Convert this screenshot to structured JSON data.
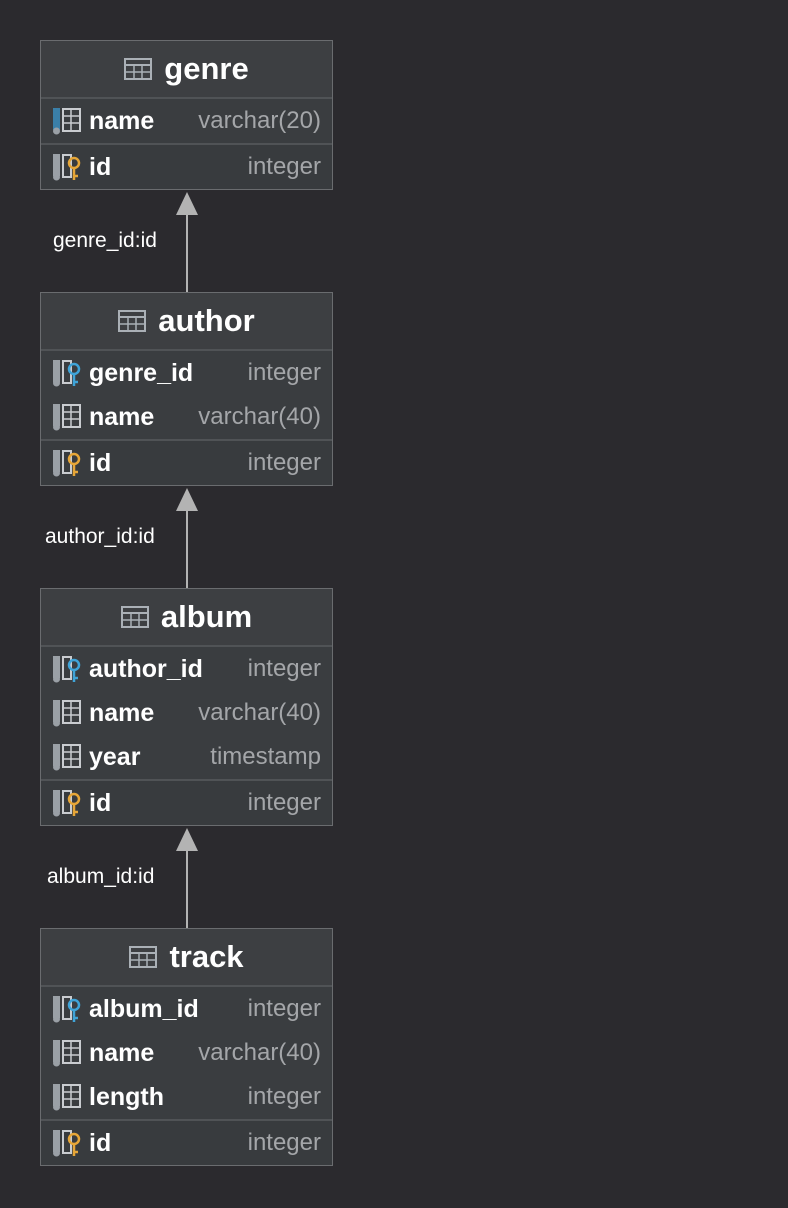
{
  "entities": [
    {
      "name": "genre",
      "columns": [
        {
          "name": "name",
          "type": "varchar(20)",
          "kind": "column"
        }
      ],
      "pk": {
        "name": "id",
        "type": "integer",
        "kind": "primary-key"
      }
    },
    {
      "name": "author",
      "columns": [
        {
          "name": "genre_id",
          "type": "integer",
          "kind": "foreign-key"
        },
        {
          "name": "name",
          "type": "varchar(40)",
          "kind": "column"
        }
      ],
      "pk": {
        "name": "id",
        "type": "integer",
        "kind": "primary-key"
      }
    },
    {
      "name": "album",
      "columns": [
        {
          "name": "author_id",
          "type": "integer",
          "kind": "foreign-key"
        },
        {
          "name": "name",
          "type": "varchar(40)",
          "kind": "column"
        },
        {
          "name": "year",
          "type": "timestamp",
          "kind": "column"
        }
      ],
      "pk": {
        "name": "id",
        "type": "integer",
        "kind": "primary-key"
      }
    },
    {
      "name": "track",
      "columns": [
        {
          "name": "album_id",
          "type": "integer",
          "kind": "foreign-key"
        },
        {
          "name": "name",
          "type": "varchar(40)",
          "kind": "column"
        },
        {
          "name": "length",
          "type": "integer",
          "kind": "column"
        }
      ],
      "pk": {
        "name": "id",
        "type": "integer",
        "kind": "primary-key"
      }
    }
  ],
  "relations": [
    {
      "from": "author",
      "to": "genre",
      "label": "genre_id:id"
    },
    {
      "from": "album",
      "to": "author",
      "label": "author_id:id"
    },
    {
      "from": "track",
      "to": "album",
      "label": "album_id:id"
    }
  ],
  "icons": {
    "table": "table-icon",
    "column": "column-icon",
    "primary_key": "primary-key-icon",
    "foreign_key": "foreign-key-icon"
  },
  "colors": {
    "background": "#2b2a2e",
    "entity_fill": "#3a3d40",
    "border": "#6a6c6f",
    "arrow": "#b3b3b3",
    "pk_key": "#e6a638",
    "fk_key": "#3fa4d8",
    "column_bar": "#3a7fa8"
  }
}
